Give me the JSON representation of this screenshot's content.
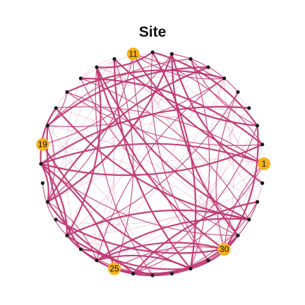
{
  "title": "Site",
  "colors": {
    "edge": "#bf3a73",
    "node": "#1a1a1a",
    "highlight": "#f5b11c",
    "background": "#ffffff"
  },
  "network": {
    "layout": "circular",
    "node_count": 36,
    "highlighted_labels": [
      "1",
      "11",
      "19",
      "25",
      "30"
    ]
  }
}
